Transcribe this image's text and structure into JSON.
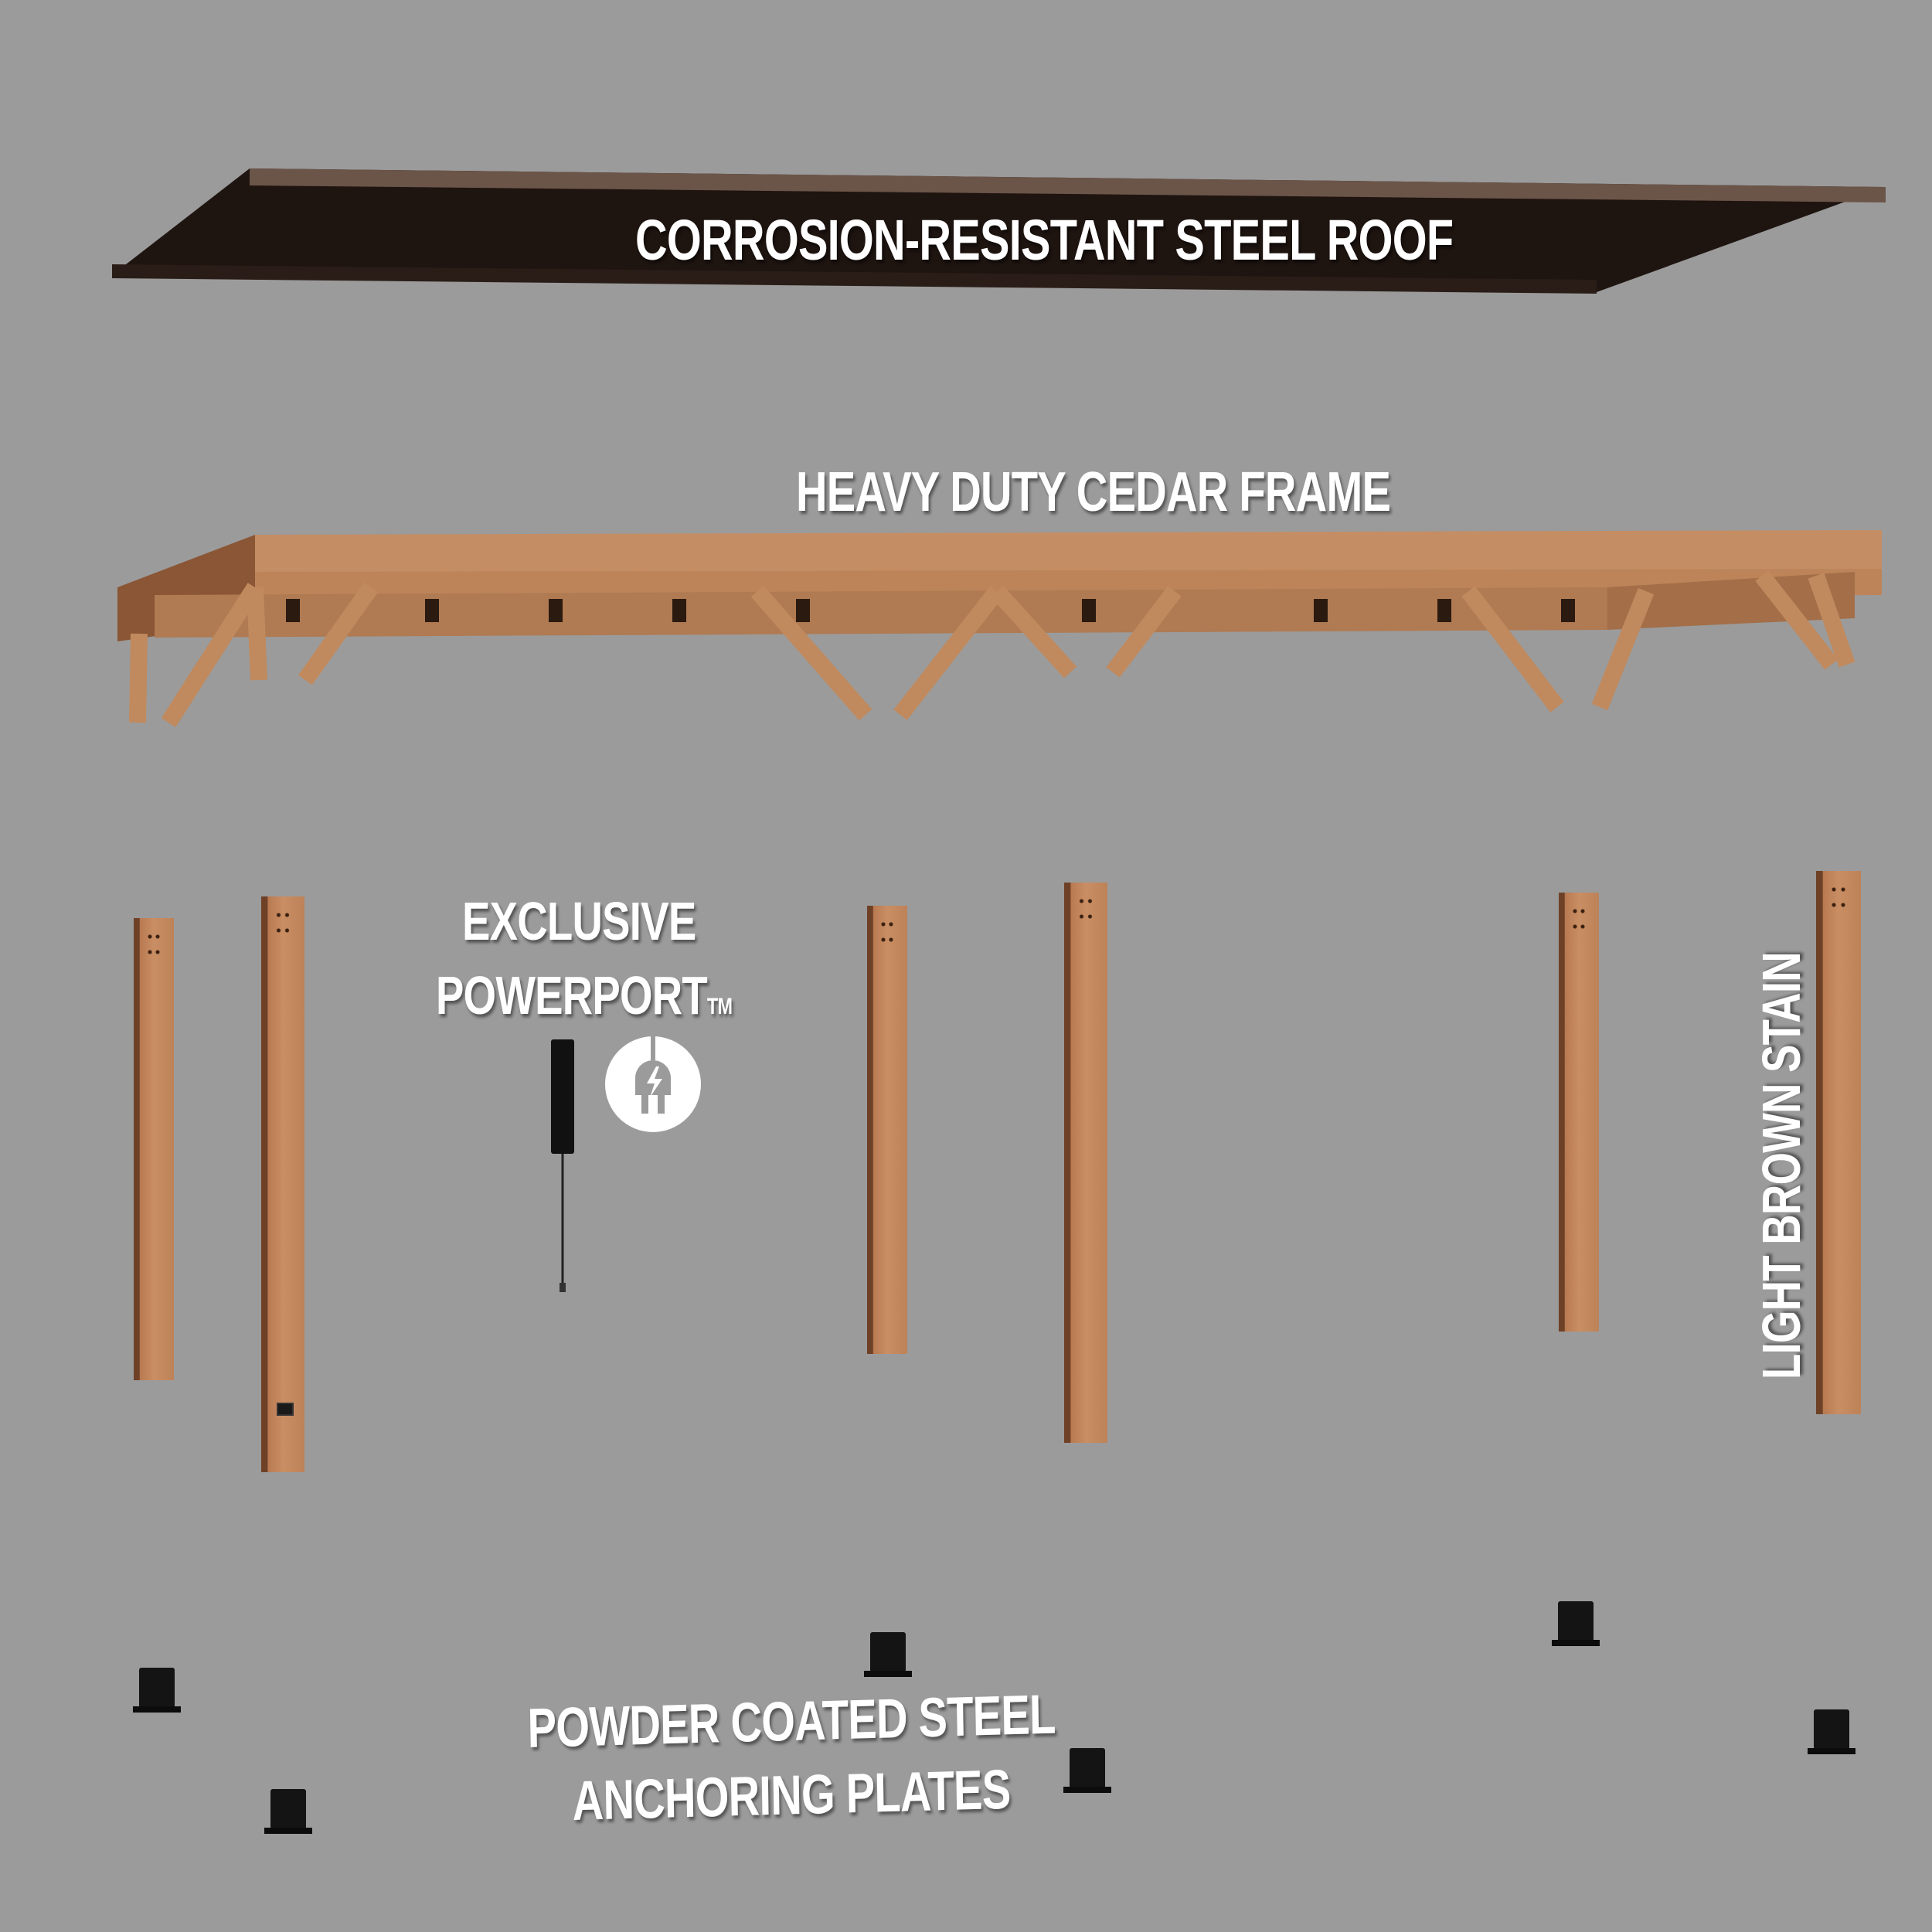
{
  "labels": {
    "roof": "CORROSION-RESISTANT STEEL ROOF",
    "frame": "HEAVY DUTY CEDAR FRAME",
    "powerport_line1": "EXCLUSIVE",
    "powerport_line2": "POWERPORT",
    "powerport_tm": "TM",
    "plates_line1": "POWDER COATED STEEL",
    "plates_line2": "ANCHORING PLATES",
    "stain": "LIGHT BROWN STAIN"
  },
  "icons": {
    "powerport_icon": "plug-lightning-icon"
  },
  "colors": {
    "background": "#9b9b9b",
    "roof_dark": "#1e1410",
    "roof_edge": "#6b5448",
    "cedar": "#c98e63",
    "cedar_dark": "#6e4127",
    "steel_plate": "#141414"
  }
}
